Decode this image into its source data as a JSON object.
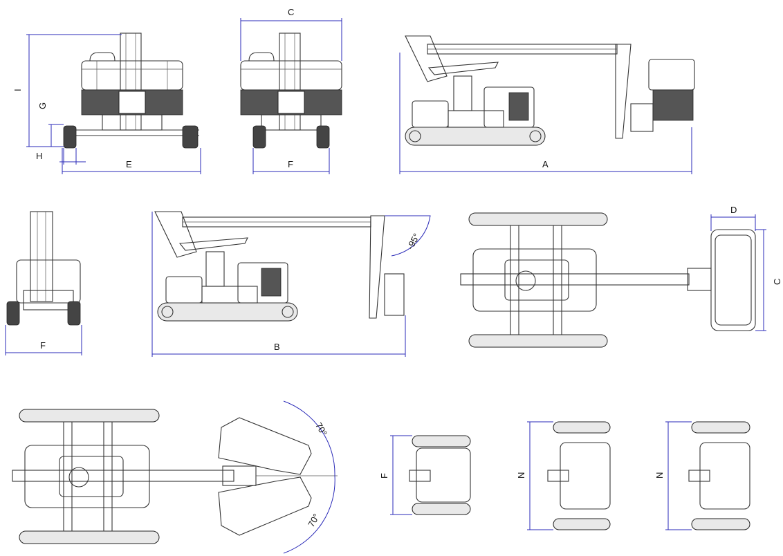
{
  "labels": {
    "A": "A",
    "B": "B",
    "C": "C",
    "D": "D",
    "E": "E",
    "F": "F",
    "G": "G",
    "H": "H",
    "I": "I",
    "N": "N",
    "angle_jib": "-95°",
    "angle_rot_top": "70°",
    "angle_rot_bottom": "70°"
  },
  "colors": {
    "dimension_line": "#2a2ab8",
    "drawing_line": "#333333",
    "mesh_panel": "#555555",
    "background": "#ffffff"
  }
}
